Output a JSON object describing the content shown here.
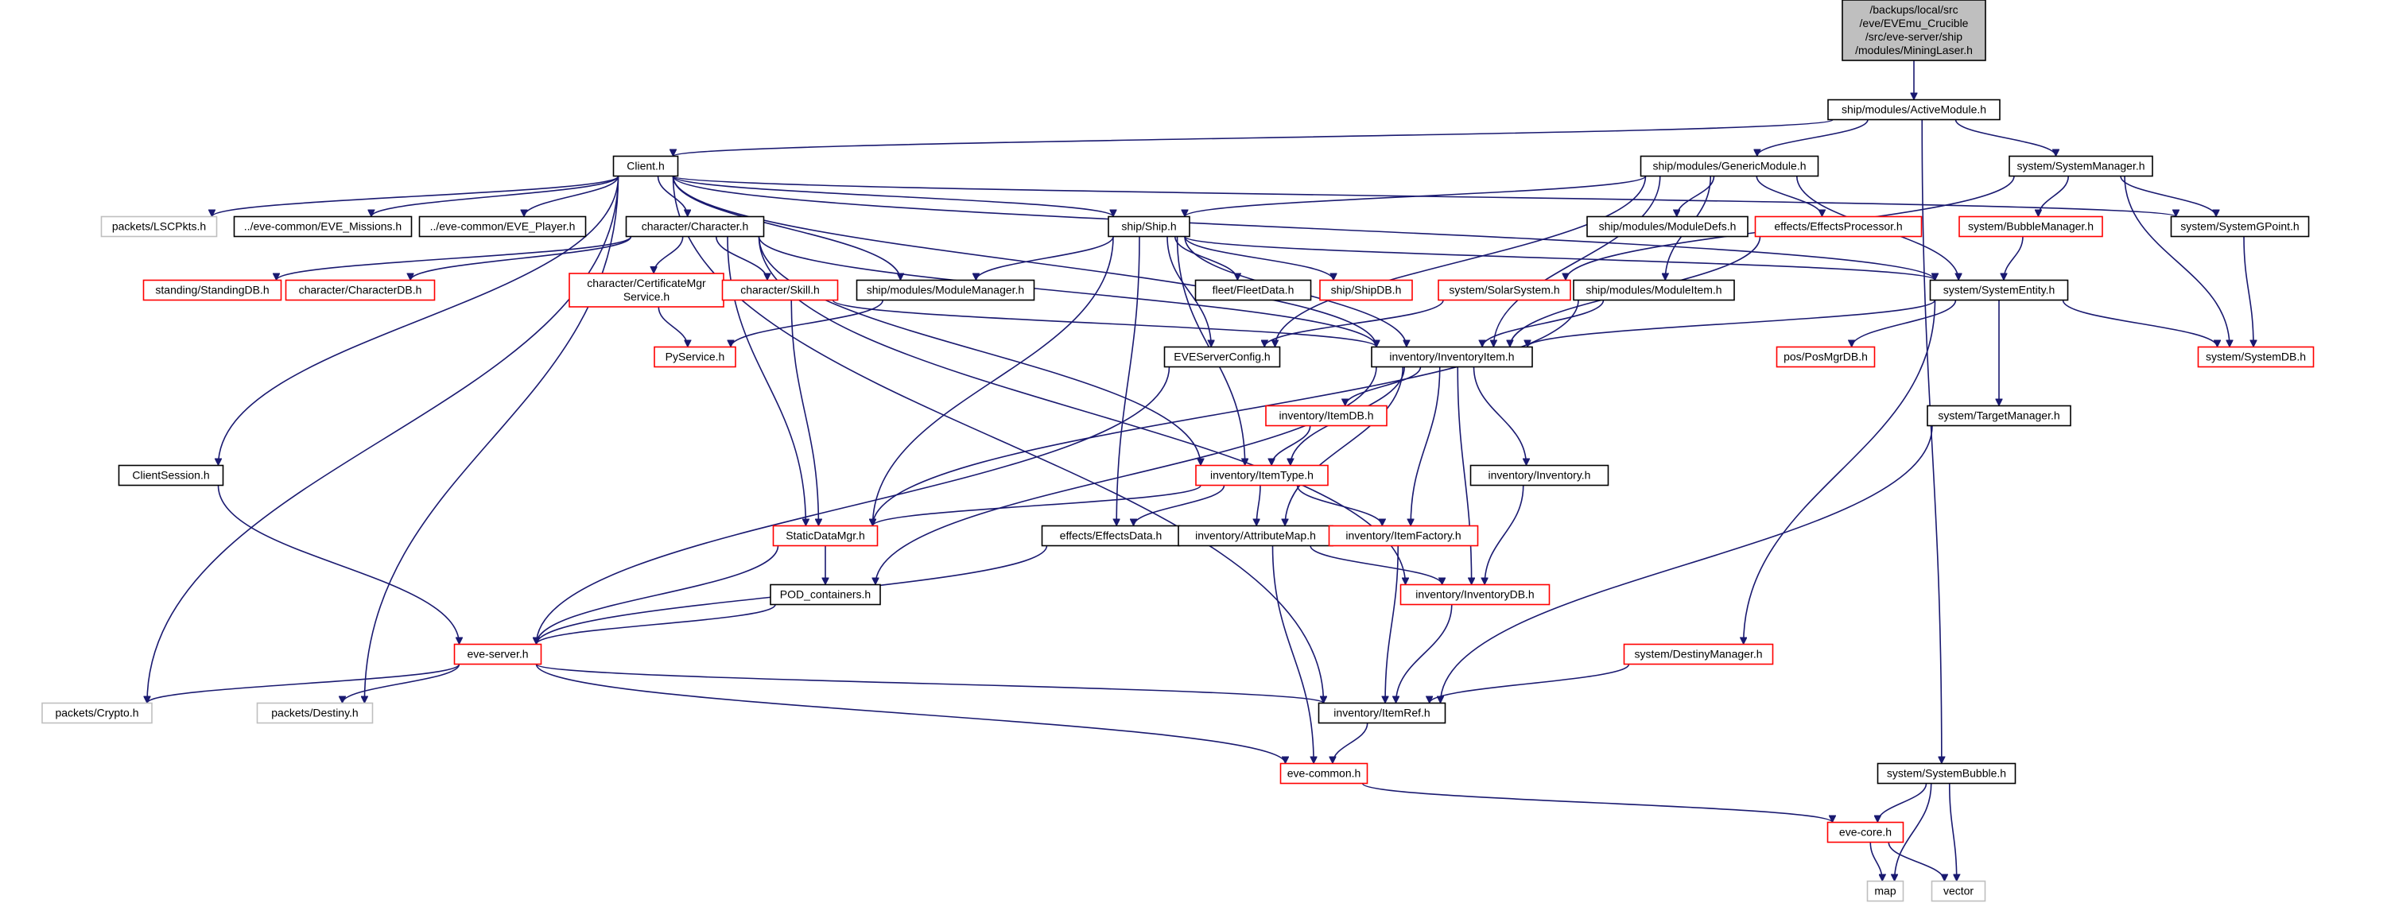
{
  "styles": {
    "normal": {
      "fill": "#ffffff",
      "stroke": "#000000"
    },
    "highlight": {
      "fill": "#bfbfbf",
      "stroke": "#000000"
    },
    "documented": {
      "fill": "#ffffff",
      "stroke": "#ff0000"
    },
    "external": {
      "fill": "#ffffff",
      "stroke": "#bfbfbf"
    },
    "edge_color": "#191970"
  },
  "nodes": [
    {
      "id": "mininglaser",
      "style": "highlight",
      "lines": [
        "/backups/local/src",
        "/eve/EVEmu_Crucible",
        "/src/eve-server/ship",
        "/modules/MiningLaser.h"
      ]
    },
    {
      "id": "activemodule",
      "style": "normal",
      "lines": [
        "ship/modules/ActiveModule.h"
      ]
    },
    {
      "id": "client",
      "style": "normal",
      "lines": [
        "Client.h"
      ]
    },
    {
      "id": "genericmodule",
      "style": "normal",
      "lines": [
        "ship/modules/GenericModule.h"
      ]
    },
    {
      "id": "systemmanager",
      "style": "normal",
      "lines": [
        "system/SystemManager.h"
      ]
    },
    {
      "id": "lscpkts",
      "style": "external",
      "lines": [
        "packets/LSCPkts.h"
      ]
    },
    {
      "id": "evemissions",
      "style": "normal",
      "lines": [
        "../eve-common/EVE_Missions.h"
      ]
    },
    {
      "id": "eveplayer",
      "style": "normal",
      "lines": [
        "../eve-common/EVE_Player.h"
      ]
    },
    {
      "id": "character",
      "style": "normal",
      "lines": [
        "character/Character.h"
      ]
    },
    {
      "id": "ship",
      "style": "normal",
      "lines": [
        "ship/Ship.h"
      ]
    },
    {
      "id": "moduledefs",
      "style": "normal",
      "lines": [
        "ship/modules/ModuleDefs.h"
      ]
    },
    {
      "id": "effectsprocessor",
      "style": "documented",
      "lines": [
        "effects/EffectsProcessor.h"
      ]
    },
    {
      "id": "bubblemanager",
      "style": "documented",
      "lines": [
        "system/BubbleManager.h"
      ]
    },
    {
      "id": "systemgpoint",
      "style": "normal",
      "lines": [
        "system/SystemGPoint.h"
      ]
    },
    {
      "id": "standingdb",
      "style": "documented",
      "lines": [
        "standing/StandingDB.h"
      ]
    },
    {
      "id": "characterdb",
      "style": "documented",
      "lines": [
        "character/CharacterDB.h"
      ]
    },
    {
      "id": "certificatemgr",
      "style": "documented",
      "lines": [
        "character/CertificateMgr",
        "Service.h"
      ]
    },
    {
      "id": "skill",
      "style": "documented",
      "lines": [
        "character/Skill.h"
      ]
    },
    {
      "id": "modulemanager",
      "style": "normal",
      "lines": [
        "ship/modules/ModuleManager.h"
      ]
    },
    {
      "id": "fleetdata",
      "style": "normal",
      "lines": [
        "fleet/FleetData.h"
      ]
    },
    {
      "id": "shipdb",
      "style": "documented",
      "lines": [
        "ship/ShipDB.h"
      ]
    },
    {
      "id": "solarsystem",
      "style": "documented",
      "lines": [
        "system/SolarSystem.h"
      ]
    },
    {
      "id": "moduleitem",
      "style": "normal",
      "lines": [
        "ship/modules/ModuleItem.h"
      ]
    },
    {
      "id": "systementity",
      "style": "normal",
      "lines": [
        "system/SystemEntity.h"
      ]
    },
    {
      "id": "pyservice",
      "style": "documented",
      "lines": [
        "PyService.h"
      ]
    },
    {
      "id": "eveserverconfig",
      "style": "normal",
      "lines": [
        "EVEServerConfig.h"
      ]
    },
    {
      "id": "inventoryitem",
      "style": "normal",
      "lines": [
        "inventory/InventoryItem.h"
      ]
    },
    {
      "id": "posmgrdb",
      "style": "documented",
      "lines": [
        "pos/PosMgrDB.h"
      ]
    },
    {
      "id": "systemdb",
      "style": "documented",
      "lines": [
        "system/SystemDB.h"
      ]
    },
    {
      "id": "itemdb",
      "style": "documented",
      "lines": [
        "inventory/ItemDB.h"
      ]
    },
    {
      "id": "targetmanager",
      "style": "normal",
      "lines": [
        "system/TargetManager.h"
      ]
    },
    {
      "id": "clientsession",
      "style": "normal",
      "lines": [
        "ClientSession.h"
      ]
    },
    {
      "id": "itemtype",
      "style": "documented",
      "lines": [
        "inventory/ItemType.h"
      ]
    },
    {
      "id": "inventory",
      "style": "normal",
      "lines": [
        "inventory/Inventory.h"
      ]
    },
    {
      "id": "staticdatamgr",
      "style": "documented",
      "lines": [
        "StaticDataMgr.h"
      ]
    },
    {
      "id": "effectsdata",
      "style": "normal",
      "lines": [
        "effects/EffectsData.h"
      ]
    },
    {
      "id": "attributemap",
      "style": "normal",
      "lines": [
        "inventory/AttributeMap.h"
      ]
    },
    {
      "id": "itemfactory",
      "style": "documented",
      "lines": [
        "inventory/ItemFactory.h"
      ]
    },
    {
      "id": "podcontainers",
      "style": "normal",
      "lines": [
        "POD_containers.h"
      ]
    },
    {
      "id": "inventorydb",
      "style": "documented",
      "lines": [
        "inventory/InventoryDB.h"
      ]
    },
    {
      "id": "eveserver",
      "style": "documented",
      "lines": [
        "eve-server.h"
      ]
    },
    {
      "id": "destinymanager",
      "style": "documented",
      "lines": [
        "system/DestinyManager.h"
      ]
    },
    {
      "id": "crypto",
      "style": "external",
      "lines": [
        "packets/Crypto.h"
      ]
    },
    {
      "id": "destiny",
      "style": "external",
      "lines": [
        "packets/Destiny.h"
      ]
    },
    {
      "id": "itemref",
      "style": "normal",
      "lines": [
        "inventory/ItemRef.h"
      ]
    },
    {
      "id": "evecommon",
      "style": "documented",
      "lines": [
        "eve-common.h"
      ]
    },
    {
      "id": "systembubble",
      "style": "normal",
      "lines": [
        "system/SystemBubble.h"
      ]
    },
    {
      "id": "evecore",
      "style": "documented",
      "lines": [
        "eve-core.h"
      ]
    },
    {
      "id": "map",
      "style": "external",
      "lines": [
        "map"
      ]
    },
    {
      "id": "vector",
      "style": "external",
      "lines": [
        "vector"
      ]
    }
  ],
  "edges": [
    [
      "mininglaser",
      "activemodule"
    ],
    [
      "activemodule",
      "client"
    ],
    [
      "activemodule",
      "genericmodule"
    ],
    [
      "activemodule",
      "systemmanager"
    ],
    [
      "activemodule",
      "systembubble"
    ],
    [
      "client",
      "lscpkts"
    ],
    [
      "client",
      "evemissions"
    ],
    [
      "client",
      "eveplayer"
    ],
    [
      "client",
      "character"
    ],
    [
      "client",
      "ship"
    ],
    [
      "client",
      "modulemanager"
    ],
    [
      "client",
      "inventoryitem"
    ],
    [
      "client",
      "systementity"
    ],
    [
      "client",
      "systemgpoint"
    ],
    [
      "client",
      "clientsession"
    ],
    [
      "client",
      "crypto"
    ],
    [
      "client",
      "destiny"
    ],
    [
      "client",
      "itemref"
    ],
    [
      "genericmodule",
      "ship"
    ],
    [
      "genericmodule",
      "moduledefs"
    ],
    [
      "genericmodule",
      "effectsprocessor"
    ],
    [
      "genericmodule",
      "moduleitem"
    ],
    [
      "genericmodule",
      "systementity"
    ],
    [
      "genericmodule",
      "eveserverconfig"
    ],
    [
      "genericmodule",
      "inventoryitem"
    ],
    [
      "systemmanager",
      "bubblemanager"
    ],
    [
      "systemmanager",
      "systemgpoint"
    ],
    [
      "systemmanager",
      "solarsystem"
    ],
    [
      "systemmanager",
      "systemdb"
    ],
    [
      "character",
      "standingdb"
    ],
    [
      "character",
      "characterdb"
    ],
    [
      "character",
      "certificatemgr"
    ],
    [
      "character",
      "skill"
    ],
    [
      "character",
      "inventoryitem"
    ],
    [
      "character",
      "itemtype"
    ],
    [
      "character",
      "staticdatamgr"
    ],
    [
      "character",
      "inventorydb"
    ],
    [
      "ship",
      "modulemanager"
    ],
    [
      "ship",
      "fleetdata"
    ],
    [
      "ship",
      "shipdb"
    ],
    [
      "ship",
      "systementity"
    ],
    [
      "ship",
      "eveserverconfig"
    ],
    [
      "ship",
      "inventoryitem"
    ],
    [
      "ship",
      "itemtype"
    ],
    [
      "ship",
      "staticdatamgr"
    ],
    [
      "ship",
      "effectsdata"
    ],
    [
      "effectsprocessor",
      "inventoryitem"
    ],
    [
      "bubblemanager",
      "systementity"
    ],
    [
      "systemgpoint",
      "systemdb"
    ],
    [
      "certificatemgr",
      "pyservice"
    ],
    [
      "skill",
      "inventoryitem"
    ],
    [
      "skill",
      "staticdatamgr"
    ],
    [
      "modulemanager",
      "pyservice"
    ],
    [
      "solarsystem",
      "eveserverconfig"
    ],
    [
      "moduleitem",
      "inventoryitem"
    ],
    [
      "moduleitem",
      "staticdatamgr"
    ],
    [
      "systementity",
      "inventoryitem"
    ],
    [
      "systementity",
      "posmgrdb"
    ],
    [
      "systementity",
      "systemdb"
    ],
    [
      "systementity",
      "targetmanager"
    ],
    [
      "systementity",
      "destinymanager"
    ],
    [
      "eveserverconfig",
      "eveserver"
    ],
    [
      "inventoryitem",
      "itemdb"
    ],
    [
      "inventoryitem",
      "itemtype"
    ],
    [
      "inventoryitem",
      "inventory"
    ],
    [
      "inventoryitem",
      "attributemap"
    ],
    [
      "inventoryitem",
      "itemfactory"
    ],
    [
      "inventoryitem",
      "inventorydb"
    ],
    [
      "inventoryitem",
      "podcontainers"
    ],
    [
      "itemdb",
      "itemtype"
    ],
    [
      "targetmanager",
      "itemref"
    ],
    [
      "clientsession",
      "eveserver"
    ],
    [
      "itemtype",
      "staticdatamgr"
    ],
    [
      "itemtype",
      "effectsdata"
    ],
    [
      "itemtype",
      "attributemap"
    ],
    [
      "itemtype",
      "itemfactory"
    ],
    [
      "inventory",
      "inventorydb"
    ],
    [
      "staticdatamgr",
      "podcontainers"
    ],
    [
      "staticdatamgr",
      "eveserver"
    ],
    [
      "effectsdata",
      "eveserver"
    ],
    [
      "attributemap",
      "inventorydb"
    ],
    [
      "attributemap",
      "evecommon"
    ],
    [
      "itemfactory",
      "itemref"
    ],
    [
      "podcontainers",
      "eveserver"
    ],
    [
      "inventorydb",
      "itemref"
    ],
    [
      "eveserver",
      "crypto"
    ],
    [
      "eveserver",
      "destiny"
    ],
    [
      "eveserver",
      "itemref"
    ],
    [
      "eveserver",
      "evecommon"
    ],
    [
      "destinymanager",
      "itemref"
    ],
    [
      "itemref",
      "evecommon"
    ],
    [
      "evecommon",
      "evecore"
    ],
    [
      "systembubble",
      "evecore"
    ],
    [
      "systembubble",
      "map"
    ],
    [
      "systembubble",
      "vector"
    ],
    [
      "evecore",
      "map"
    ],
    [
      "evecore",
      "vector"
    ]
  ]
}
